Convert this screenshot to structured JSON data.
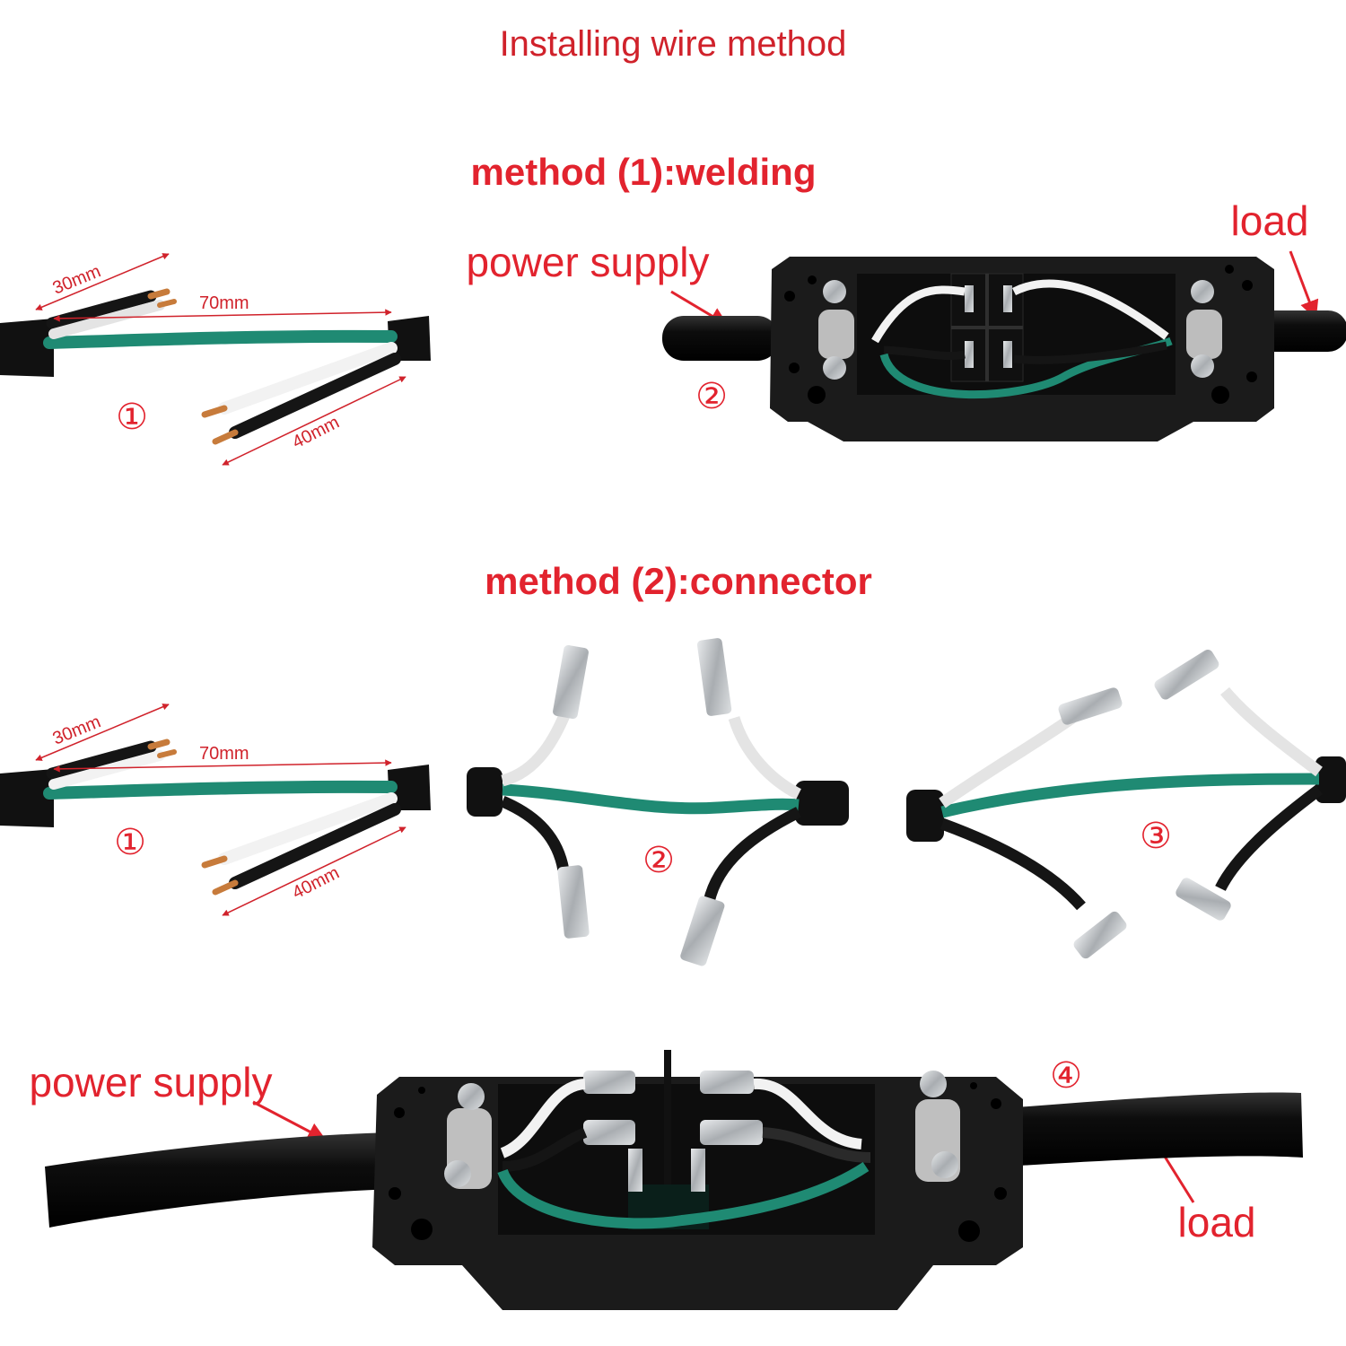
{
  "title": "Installing wire method",
  "method1": {
    "heading": "method (1):welding",
    "strip": {
      "dim_top": "30mm",
      "dim_middle": "70mm",
      "dim_bottom": "40mm",
      "step": "①"
    },
    "assembly": {
      "power_label": "power supply",
      "load_label": "load",
      "step": "②"
    }
  },
  "method2": {
    "heading": "method (2):connector",
    "strip": {
      "dim_top": "30mm",
      "dim_middle": "70mm",
      "dim_bottom": "40mm",
      "step": "①"
    },
    "crimp": {
      "step": "②"
    },
    "bend": {
      "step": "③"
    },
    "assembly": {
      "power_label": "power supply",
      "load_label": "load",
      "step": "④"
    }
  },
  "colors": {
    "label_red": "#e2232e",
    "cable_black": "#111111",
    "housing_black": "#1b1b1b",
    "wire_green": "#1f8a73",
    "wire_white": "#f2f2f2",
    "copper": "#c77b3b",
    "terminal_silver": "#bfc3c7"
  },
  "icons": [
    "arrow-icon",
    "screw-icon",
    "terminal-icon",
    "cable-clamp-icon"
  ]
}
